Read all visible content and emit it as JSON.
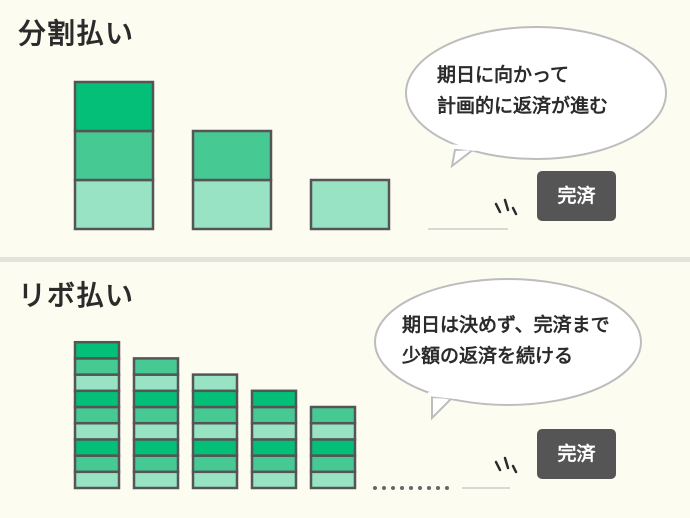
{
  "colors": {
    "dark": "#03bf78",
    "mid": "#47c994",
    "light": "#97e3c3",
    "stroke": "#555555",
    "badge_bg": "#555555",
    "bubble_stroke": "#bdbdbd"
  },
  "installment": {
    "title": "分割払い",
    "bubble_lines": [
      "期日に向かって",
      "計画的に返済が進む"
    ],
    "badge": "完済"
  },
  "revolving": {
    "title": "リボ払い",
    "bubble_lines": [
      "期日は決めず、完済まで",
      "少額の返済を続ける"
    ],
    "badge": "完済"
  }
}
